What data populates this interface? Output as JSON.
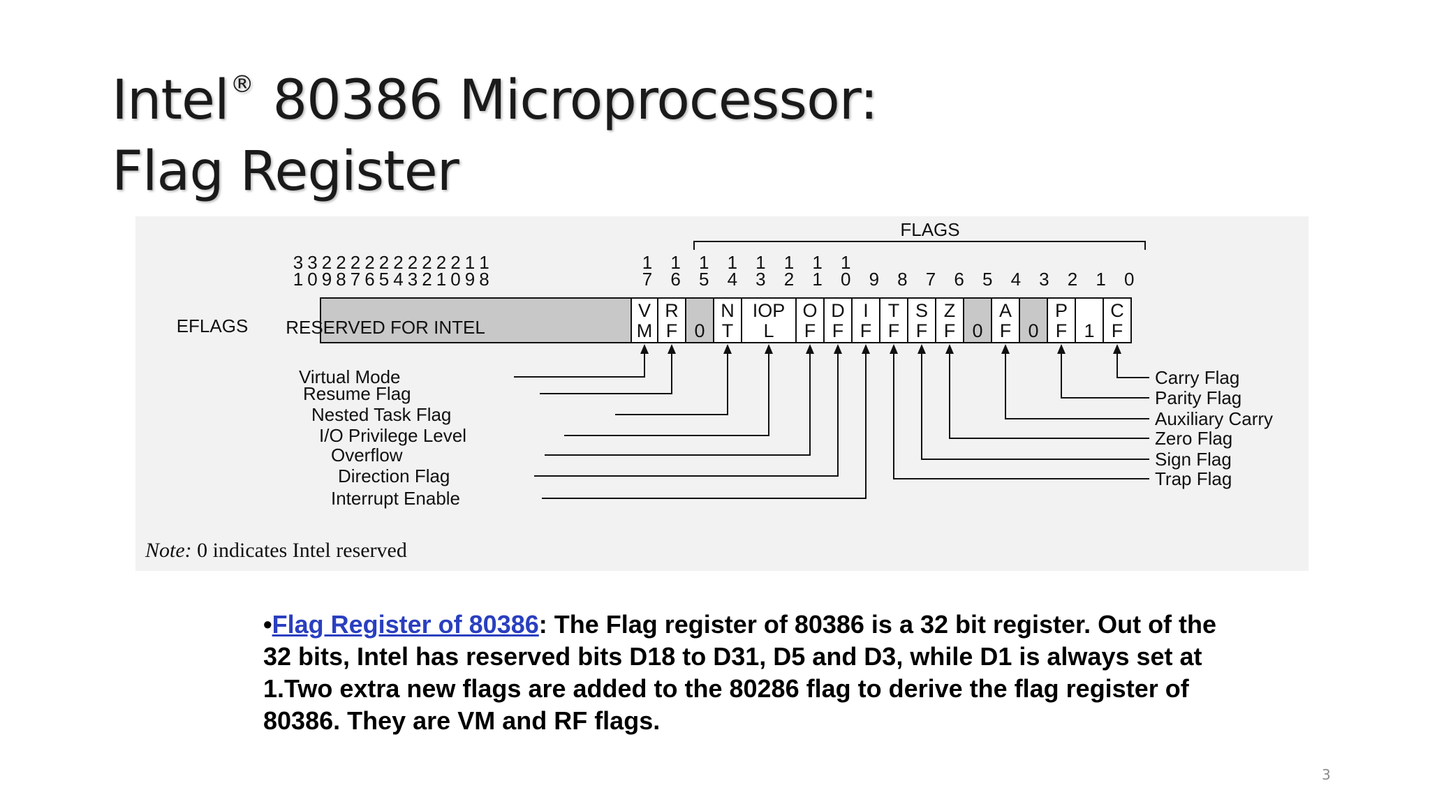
{
  "title": {
    "line1_part1": "Intel",
    "registered_mark": "®",
    "line1_part2": " 80386 Microprocessor:",
    "line2": "Flag Register"
  },
  "figure": {
    "group_label": "FLAGS",
    "register_name": "EFLAGS",
    "reserved_label": "RESERVED FOR INTEL",
    "bit_tens": [
      "3",
      "3",
      "2",
      "2",
      "2",
      "2",
      "2",
      "2",
      "2",
      "2",
      "2",
      "2",
      "1",
      "1",
      "1",
      "1",
      "1",
      "1",
      "1",
      "1",
      "1",
      "1"
    ],
    "bit_ones": [
      "1",
      "0",
      "9",
      "8",
      "7",
      "6",
      "5",
      "4",
      "3",
      "2",
      "1",
      "0",
      "9",
      "8",
      "7",
      "6",
      "5",
      "4",
      "3",
      "2",
      "1",
      "0",
      "9",
      "8",
      "7",
      "6",
      "5",
      "4",
      "3",
      "2",
      "1",
      "0"
    ],
    "cells": [
      {
        "top": "V",
        "bottom": "M",
        "shaded": false
      },
      {
        "top": "R",
        "bottom": "F",
        "shaded": false
      },
      {
        "top": "",
        "bottom": "0",
        "shaded": true
      },
      {
        "top": "N",
        "bottom": "T",
        "shaded": false
      },
      {
        "top": "IOP",
        "bottom": "L",
        "shaded": false
      },
      {
        "top": "O",
        "bottom": "F",
        "shaded": false
      },
      {
        "top": "D",
        "bottom": "F",
        "shaded": false
      },
      {
        "top": "I",
        "bottom": "F",
        "shaded": false
      },
      {
        "top": "T",
        "bottom": "F",
        "shaded": false
      },
      {
        "top": "S",
        "bottom": "F",
        "shaded": false
      },
      {
        "top": "Z",
        "bottom": "F",
        "shaded": false
      },
      {
        "top": "",
        "bottom": "0",
        "shaded": true
      },
      {
        "top": "A",
        "bottom": "F",
        "shaded": false
      },
      {
        "top": "",
        "bottom": "0",
        "shaded": true
      },
      {
        "top": "P",
        "bottom": "F",
        "shaded": false
      },
      {
        "top": "",
        "bottom": "1",
        "shaded": false
      },
      {
        "top": "C",
        "bottom": "F",
        "shaded": false
      }
    ],
    "left_labels": [
      "Virtual Mode",
      "Resume Flag",
      "Nested Task Flag",
      "I/O Privilege Level",
      "Overflow",
      "Direction Flag",
      "Interrupt Enable"
    ],
    "right_labels": [
      "Carry Flag",
      "Parity Flag",
      "Auxiliary Carry",
      "Zero Flag",
      "Sign Flag",
      "Trap Flag"
    ],
    "note_prefix": "Note:",
    "note_text": " 0 indicates Intel reserved",
    "colors": {
      "reserved_fill": "#c8c8c8",
      "background": "#f2f2f2"
    }
  },
  "description": {
    "bullet": "•",
    "link_text": "Flag Register of 80386",
    "body": ": The Flag register of 80386 is a 32 bit register. Out of the 32 bits, Intel has reserved bits D18 to D31, D5 and D3, while D1 is always set at 1.Two extra new flags are added to the 80286 flag to derive the flag register of 80386. They are VM and RF flags.",
    "link_color": "#2a3fbf"
  },
  "page_number": "3"
}
